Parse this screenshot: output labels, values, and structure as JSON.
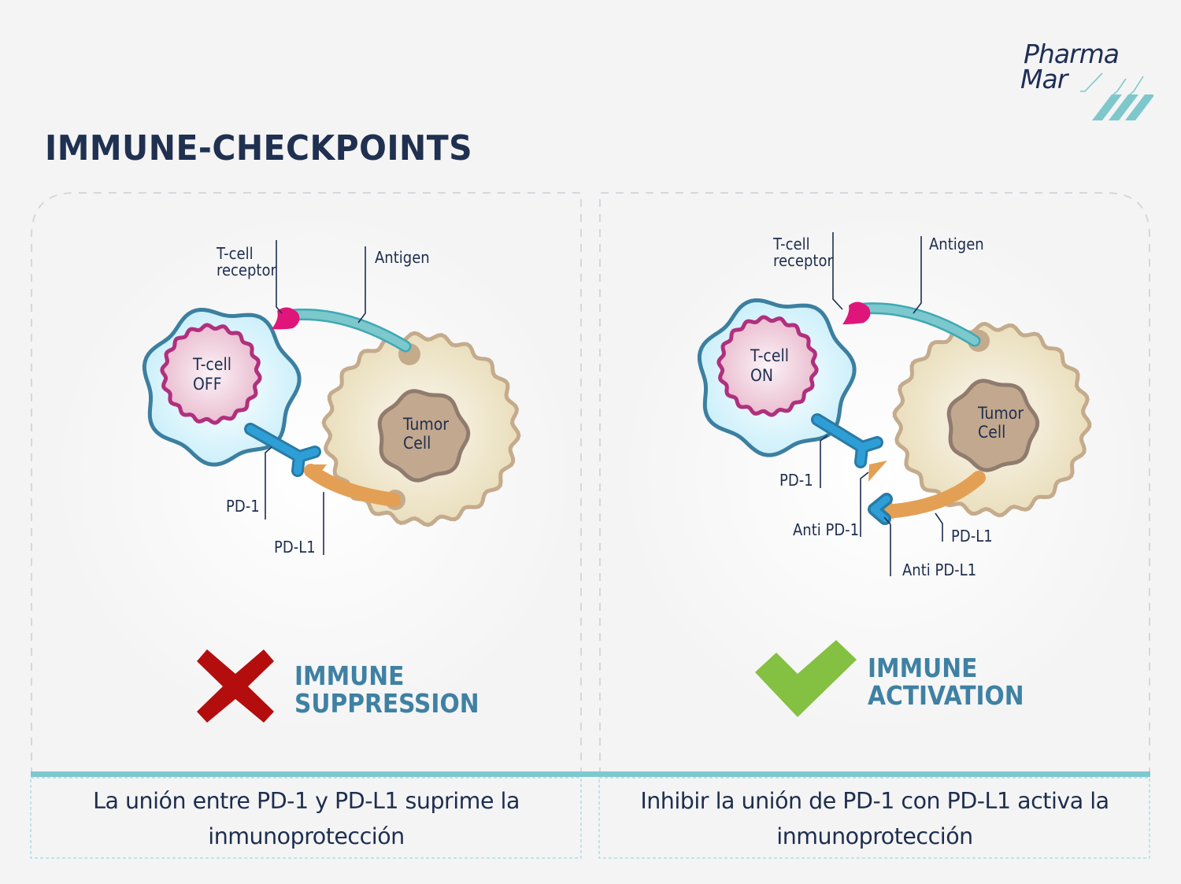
{
  "header": {
    "title": "IMMUNE-CHECKPOINTS",
    "logo": {
      "line1": "Pharma",
      "line2": "Mar",
      "brand_color": "#1e2e55",
      "accent_color": "#7ec8cc"
    }
  },
  "colors": {
    "tcell_outline": "#3c7fa0",
    "tcell_fill": "#d4f2fb",
    "nucleus_outline": "#b0307e",
    "nucleus_fill": "#f1cfdc",
    "receptor": "#e0157a",
    "antigen": "#7cc8cd",
    "tumor_fill": "#efe6cd",
    "tumor_outline": "#c4ab8c",
    "tumor_nucleus": "#c2a88e",
    "pd1": "#2d9fd6",
    "pdl1": "#e3a055",
    "cross": "#b40d0d",
    "check": "#84c041",
    "status_text": "#3f81a3",
    "divider": "#7ec8cf"
  },
  "panels": [
    {
      "id": "suppression",
      "labels": {
        "tcell_receptor_l1": "T-cell",
        "tcell_receptor_l2": "receptor",
        "antigen": "Antigen",
        "tcell_state_l1": "T-cell",
        "tcell_state_l2": "OFF",
        "tumor_l1": "Tumor",
        "tumor_l2": "Cell",
        "pd1": "PD-1",
        "pdl1": "PD-L1"
      },
      "status": {
        "icon": "cross-icon",
        "line1": "IMMUNE",
        "line2": "SUPPRESSION"
      },
      "caption": {
        "line1": "La unión entre PD-1 y PD-L1 suprime la",
        "line2": "inmunoprotección"
      }
    },
    {
      "id": "activation",
      "labels": {
        "tcell_receptor_l1": "T-cell",
        "tcell_receptor_l2": "receptor",
        "antigen": "Antigen",
        "tcell_state_l1": "T-cell",
        "tcell_state_l2": "ON",
        "tumor_l1": "Tumor",
        "tumor_l2": "Cell",
        "pd1": "PD-1",
        "pdl1": "PD-L1",
        "anti_pd1": "Anti PD-1",
        "anti_pdl1": "Anti PD-L1"
      },
      "status": {
        "icon": "check-icon",
        "line1": "IMMUNE",
        "line2": "ACTIVATION"
      },
      "caption": {
        "line1": "Inhibir la unión de PD-1 con  PD-L1 activa la",
        "line2": "inmunoprotección"
      }
    }
  ]
}
